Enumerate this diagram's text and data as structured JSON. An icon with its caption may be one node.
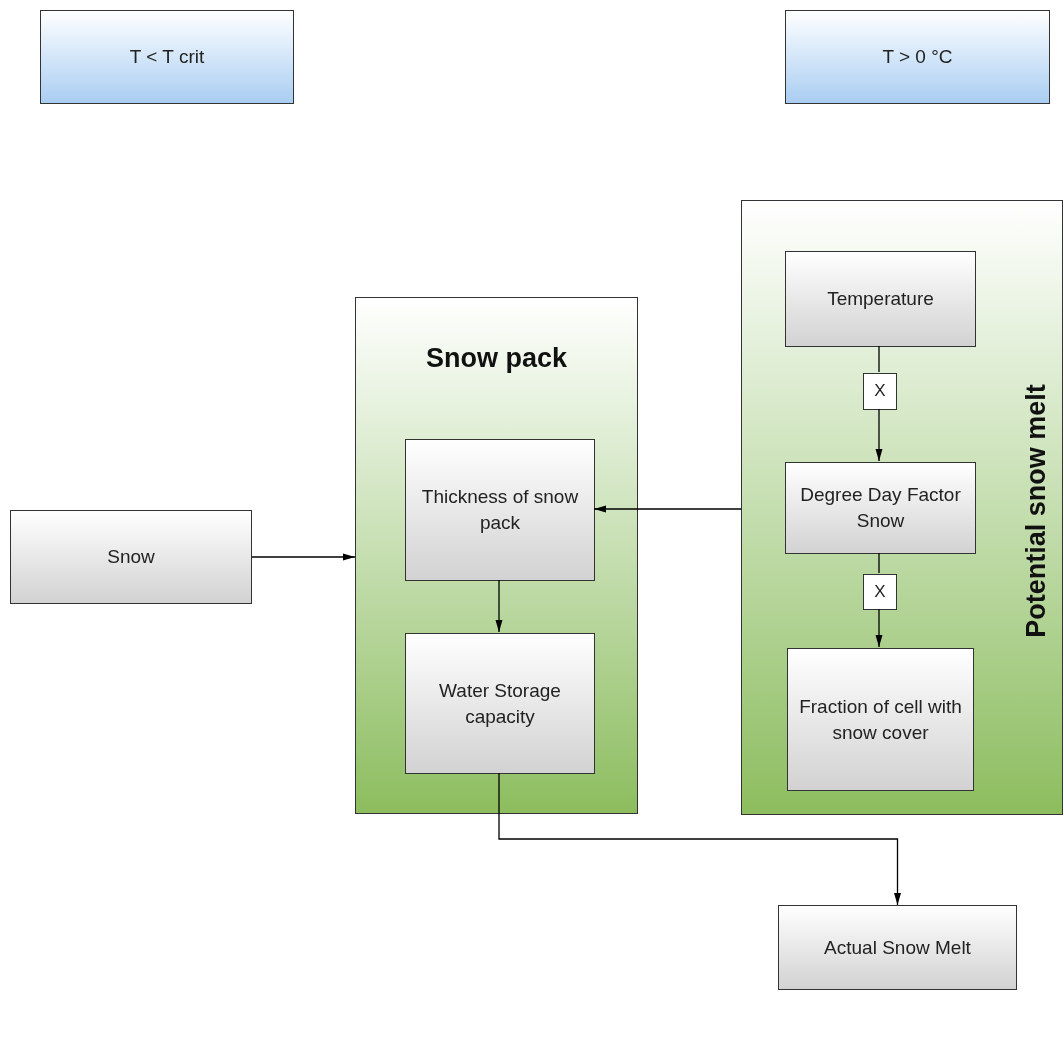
{
  "diagram": {
    "nodes": [
      {
        "text": [
          "T < T crit"
        ]
      },
      {
        "text": [
          "T > 0 °C"
        ]
      },
      {
        "text": [
          "Snow pack"
        ]
      },
      {
        "text": [
          "Thickness of snow pack"
        ],
        "in": 2
      },
      {
        "text": [
          "Water Storage capacity"
        ],
        "in": 2
      },
      {
        "text": [
          "Potential snow melt"
        ]
      },
      {
        "text": [
          "Temperature"
        ],
        "in": 5
      },
      {
        "text": [
          "X"
        ],
        "in": 5
      },
      {
        "text": [
          "Degree Day Factor Snow"
        ],
        "in": 5
      },
      {
        "text": [
          "X"
        ],
        "in": 5
      },
      {
        "text": [
          "Fraction of cell with snow cover"
        ],
        "in": 5
      },
      {
        "text": [
          "Snow"
        ]
      },
      {
        "text": [
          "Actual Snow Melt"
        ]
      }
    ],
    "edges": [
      {
        "from": 11,
        "to": 2,
        "arrow": "to"
      },
      {
        "from": 5,
        "to": 3,
        "arrow": "to"
      },
      {
        "from": 3,
        "to": 4,
        "arrow": "to"
      },
      {
        "from": 6,
        "to": 7,
        "arrow": "none"
      },
      {
        "from": 7,
        "to": 8,
        "arrow": "to"
      },
      {
        "from": 8,
        "to": 9,
        "arrow": "none"
      },
      {
        "from": 9,
        "to": 10,
        "arrow": "to"
      },
      {
        "from": 4,
        "to": 12,
        "arrow": "to"
      }
    ]
  }
}
